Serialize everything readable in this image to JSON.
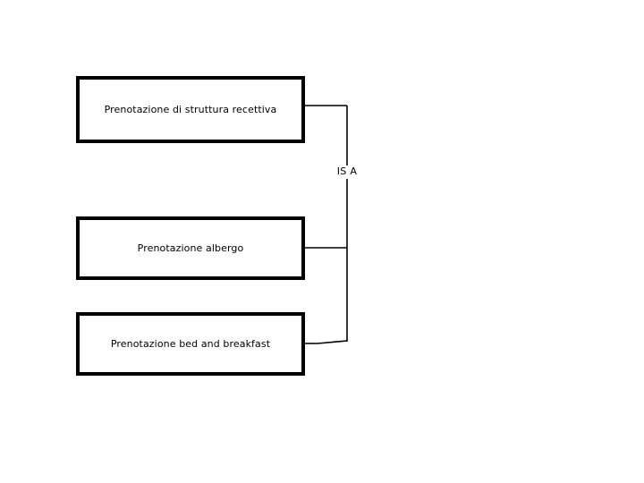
{
  "diagram": {
    "type": "is-a-generalization",
    "background_color": "#ffffff",
    "line_color": "#000000",
    "entities": [
      {
        "role": "parent",
        "label": "Prenotazione di struttura recettiva"
      },
      {
        "role": "child",
        "label": "Prenotazione albergo"
      },
      {
        "role": "child",
        "label": "Prenotazione bed and breakfast"
      }
    ],
    "relationship": {
      "label": "IS A"
    }
  }
}
